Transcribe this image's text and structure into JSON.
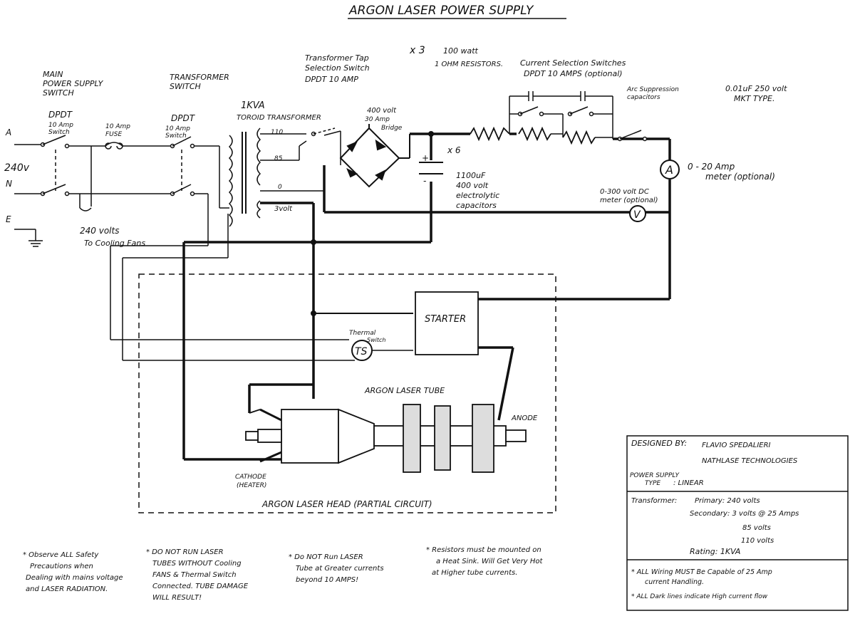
{
  "title": "ARGON LASER POWER SUPPLY",
  "labels": {
    "main_switch": [
      "MAIN",
      "POWER SUPPLY",
      "SWITCH"
    ],
    "dpdt_main": "DPDT",
    "dpdt_main_rating": [
      "10 Amp",
      "Switch"
    ],
    "fuse": [
      "10 Amp",
      "FUSE"
    ],
    "dpdt_transformer": "DPDT",
    "dpdt_transformer_rating": [
      "10 Amp",
      "Switch"
    ],
    "transformer_switch": [
      "TRANSFORMER",
      "SWITCH"
    ],
    "terminal_a": "A",
    "voltage_240": "240v",
    "terminal_n": "N",
    "terminal_e": "E",
    "fans": [
      "240 volts",
      "To Cooling Fans"
    ],
    "transformer": [
      "1KVA",
      "TOROID TRANSFORMER"
    ],
    "tap_switch": [
      "Transformer Tap",
      "Selection Switch",
      "DPDT   10 AMP"
    ],
    "tap_110": "110",
    "tap_85": "85",
    "tap_0": "0",
    "tap_3volt": "3volt",
    "bridge": [
      "400 volt",
      "30 Amp",
      "Bridge"
    ],
    "resistors_count": "x 3",
    "resistors": [
      "100 watt",
      "1 OHM RESISTORS."
    ],
    "current_switches": [
      "Current Selection Switches",
      "DPDT 10 AMPS (optional)"
    ],
    "arc_caps": [
      "Arc Suppression",
      "capacitors"
    ],
    "cap_value": [
      "0.01uF 250 volt",
      "MKT TYPE."
    ],
    "capacitor_count": "x 6",
    "capacitor": [
      "1100uF",
      "400 volt",
      "electrolytic",
      "capacitors"
    ],
    "ammeter_symbol": "A",
    "ammeter": [
      "0 - 20 Amp",
      "meter (optional)"
    ],
    "voltmeter_symbol": "V",
    "voltmeter": [
      "0-300 volt DC",
      "meter (optional)"
    ],
    "starter": "STARTER",
    "thermal_switch": [
      "Thermal",
      "Switch"
    ],
    "ts_symbol": "TS",
    "tube": "ARGON LASER TUBE",
    "anode": "ANODE",
    "cathode": [
      "CATHODE",
      "(HEATER)"
    ],
    "head": "ARGON LASER HEAD (PARTIAL CIRCUIT)"
  },
  "info_box": {
    "designed_by_label": "DESIGNED BY:",
    "designer": "FLAVIO SPEDALIERI",
    "company": "NATHLASE TECHNOLOGIES",
    "supply_type_label": [
      "POWER SUPPLY",
      "TYPE"
    ],
    "supply_type": ": LINEAR",
    "transformer_label": "Transformer:",
    "primary": "Primary: 240 volts",
    "secondary": "Secondary: 3 volts @ 25 Amps",
    "secondary_85": "85 volts",
    "secondary_110": "110 volts",
    "rating": "Rating:  1KVA",
    "note_wiring": [
      "* ALL Wiring MUST Be Capable of 25 Amp",
      "current Handling."
    ],
    "note_dark": "* ALL Dark lines indicate High current flow"
  },
  "notes": [
    [
      "* Observe ALL Safety",
      "Precautions when",
      "Dealing with mains voltage",
      "and LASER RADIATION."
    ],
    [
      "* DO NOT RUN LASER",
      "TUBES WITHOUT Cooling",
      "FANS & Thermal Switch",
      "Connected. TUBE DAMAGE",
      "WILL RESULT!"
    ],
    [
      "* Do NOT Run LASER",
      "Tube at Greater currents",
      "beyond 10 AMPS!"
    ],
    [
      "* Resistors must be mounted on",
      "a Heat Sink. Will Get Very Hot",
      "at Higher tube currents."
    ]
  ]
}
